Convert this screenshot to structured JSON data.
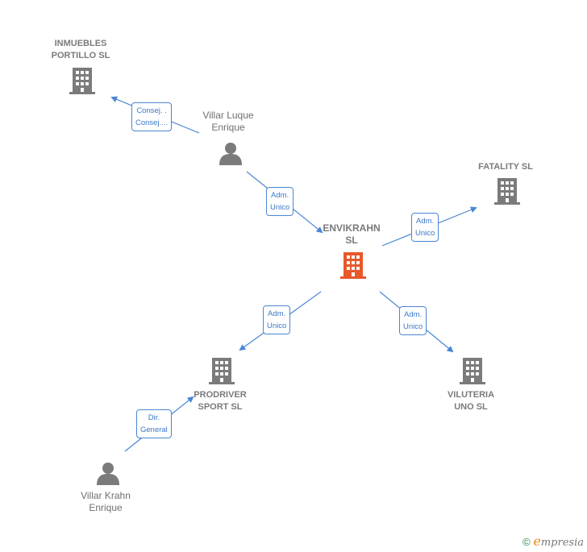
{
  "nodes": {
    "inmuebles": {
      "line1": "INMUEBLES",
      "line2": "PORTILLO  SL",
      "icon": "building-icon"
    },
    "fatality": {
      "line1": "FATALITY  SL",
      "icon": "building-icon"
    },
    "envikrahn": {
      "line1": "ENVIKRAHN",
      "line2": "SL",
      "icon": "building-icon",
      "color": "#e8582b"
    },
    "prodriver": {
      "line1": "PRODRIVER",
      "line2": "SPORT  SL",
      "icon": "building-icon"
    },
    "viluteria": {
      "line1": "VILUTERIA",
      "line2": "UNO  SL",
      "icon": "building-icon"
    },
    "luque": {
      "line1": "Villar Luque",
      "line2": "Enrique",
      "icon": "person-icon"
    },
    "krahn": {
      "line1": "Villar Krahn",
      "line2": "Enrique",
      "icon": "person-icon"
    }
  },
  "edges": {
    "luque_inmuebles": {
      "line1": "Consej. .",
      "line2": "Consej...."
    },
    "luque_envikrahn": {
      "line1": "Adm.",
      "line2": "Unico"
    },
    "envikrahn_fatality": {
      "line1": "Adm.",
      "line2": "Unico"
    },
    "envikrahn_prodriver": {
      "line1": "Adm.",
      "line2": "Unico"
    },
    "envikrahn_viluteria": {
      "line1": "Adm.",
      "line2": "Unico"
    },
    "krahn_prodriver": {
      "line1": "Dir.",
      "line2": "General"
    }
  },
  "colors": {
    "building": "#7b7b7b",
    "main_building": "#e8582b",
    "edge": "#4a86d4",
    "person": "#7b7b7b"
  },
  "brand": {
    "copyright": "©",
    "name_initial": "e",
    "name_rest": "mpresia"
  }
}
